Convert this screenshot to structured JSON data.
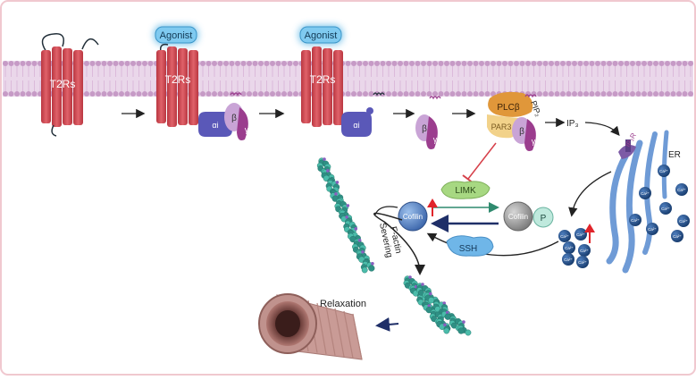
{
  "labels": {
    "t2r_1": "T2Rs",
    "t2r_2": "T2Rs",
    "t2r_3": "T2Rs",
    "agonist_1": "Agonist",
    "agonist_2": "Agonist",
    "alpha_1": "αi",
    "alpha_2": "αi",
    "beta_1": "β",
    "gamma_1": "γ",
    "beta_2": "β",
    "gamma_2": "γ",
    "beta_3": "β",
    "gamma_3": "γ",
    "plc": "PLCβ",
    "par3": "PAR3",
    "pip2": "PIP₂",
    "ip3": "IP₃",
    "ip3r": "IP₃R",
    "er": "ER",
    "limk": "LIMK",
    "ssh": "SSH",
    "cofilin_active": "Cofilin",
    "cofilin_p": "Cofilin",
    "phosphate": "P",
    "factin_line1": "F-actin",
    "factin_line2": "Severing",
    "relaxation": "Relaxation",
    "ca": "Ca²⁺"
  },
  "colors": {
    "membrane": "#d9b7d8",
    "membrane_dark": "#c69ac6",
    "receptor": "#d54a55",
    "receptor_dark": "#a8343e",
    "agonist": "#5fb8e6",
    "galpha": "#5a58b8",
    "gbeta": "#c9a4d6",
    "ggamma": "#9b3d8e",
    "plc": "#e0973a",
    "par3": "#f2d28a",
    "er": "#6f9bd6",
    "ca": "#244f86",
    "limk": "#a7d882",
    "ssh": "#6fb6e8",
    "cofilin": "#5b86c9",
    "cofilin_p": "#9a9a9a",
    "phosphate": "#bfe9dd",
    "actin": "#3aa99b",
    "arrow_navy": "#1f2f68",
    "arrow_red": "#e0242a",
    "inhibit": "#d6404a"
  }
}
